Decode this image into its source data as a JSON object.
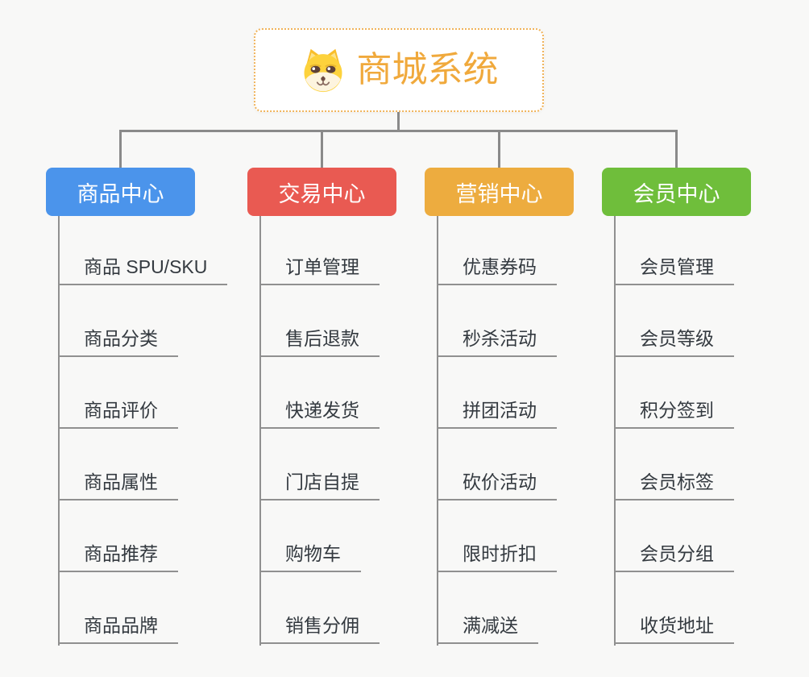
{
  "background": "#f8f8f7",
  "connector_color": "#8a8a8a",
  "subline_color": "#909090",
  "root": {
    "icon": "dog-icon",
    "title": "商城系统",
    "title_color": "#f0a93c",
    "border_color": "#f0b35a"
  },
  "branches": [
    {
      "label": "商品中心",
      "color": "#4b94eb",
      "children": [
        "商品 SPU/SKU",
        "商品分类",
        "商品评价",
        "商品属性",
        "商品推荐",
        "商品品牌"
      ]
    },
    {
      "label": "交易中心",
      "color": "#e95a52",
      "children": [
        "订单管理",
        "售后退款",
        "快递发货",
        "门店自提",
        "购物车",
        "销售分佣"
      ]
    },
    {
      "label": "营销中心",
      "color": "#edac3f",
      "children": [
        "优惠券码",
        "秒杀活动",
        "拼团活动",
        "砍价活动",
        "限时折扣",
        "满减送"
      ]
    },
    {
      "label": "会员中心",
      "color": "#6fbe3b",
      "children": [
        "会员管理",
        "会员等级",
        "积分签到",
        "会员标签",
        "会员分组",
        "收货地址"
      ]
    }
  ]
}
